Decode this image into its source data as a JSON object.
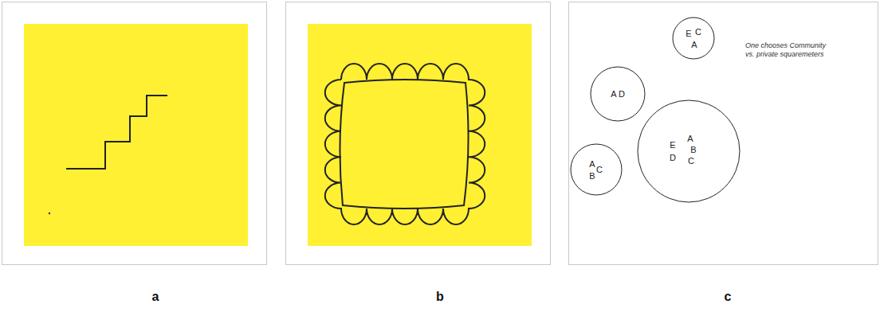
{
  "diagram": {
    "nodes": [
      {
        "text": [
          "E",
          "C",
          "A"
        ]
      },
      {
        "text": [
          "A",
          "D"
        ]
      },
      {
        "text": [
          "E",
          "A",
          "B",
          "D",
          "C"
        ]
      },
      {
        "text": [
          "A",
          "C",
          "B"
        ]
      }
    ],
    "labels": [
      "One chooses Community vs. private squaremeters",
      "a",
      "b",
      "c"
    ]
  }
}
